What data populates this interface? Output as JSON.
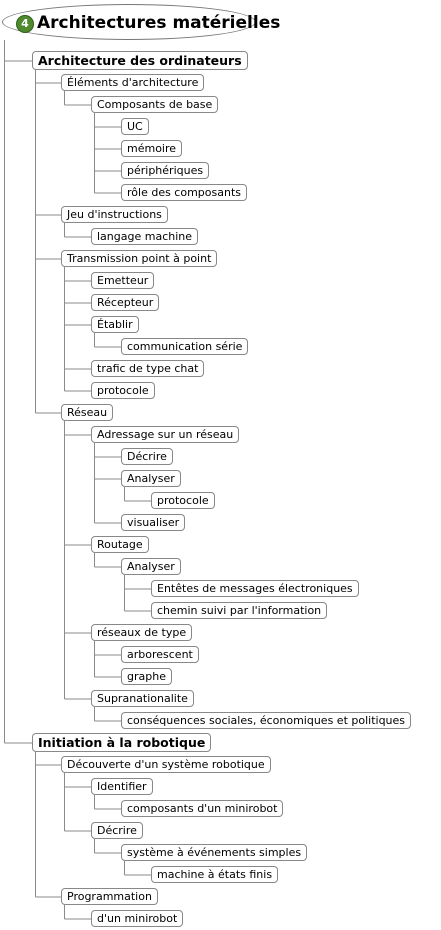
{
  "root": {
    "title": "Architectures matérielles",
    "badge": "4"
  },
  "nodes": [
    {
      "label": "Architecture des ordinateurs",
      "level": 1
    },
    {
      "label": "Éléments d'architecture",
      "level": 2
    },
    {
      "label": "Composants de base",
      "level": 3
    },
    {
      "label": "UC",
      "level": 4
    },
    {
      "label": "mémoire",
      "level": 4
    },
    {
      "label": "périphériques",
      "level": 4
    },
    {
      "label": "rôle des composants",
      "level": 4
    },
    {
      "label": "Jeu d'instructions",
      "level": 2
    },
    {
      "label": "langage machine",
      "level": 3
    },
    {
      "label": "Transmission point à point",
      "level": 2
    },
    {
      "label": "Emetteur",
      "level": 3
    },
    {
      "label": "Récepteur",
      "level": 3
    },
    {
      "label": "Établir",
      "level": 3
    },
    {
      "label": "communication série",
      "level": 4
    },
    {
      "label": "trafic de type chat",
      "level": 3
    },
    {
      "label": "protocole",
      "level": 3
    },
    {
      "label": "Réseau",
      "level": 2
    },
    {
      "label": "Adressage sur un réseau",
      "level": 3
    },
    {
      "label": "Décrire",
      "level": 4
    },
    {
      "label": "Analyser",
      "level": 4
    },
    {
      "label": "protocole",
      "level": 5
    },
    {
      "label": "visualiser",
      "level": 4
    },
    {
      "label": "Routage",
      "level": 3
    },
    {
      "label": "Analyser",
      "level": 4
    },
    {
      "label": "Entêtes de messages électroniques",
      "level": 5
    },
    {
      "label": "chemin suivi par l'information",
      "level": 5
    },
    {
      "label": "réseaux de type",
      "level": 3
    },
    {
      "label": "arborescent",
      "level": 4
    },
    {
      "label": "graphe",
      "level": 4
    },
    {
      "label": "Supranationalite",
      "level": 3
    },
    {
      "label": "conséquences sociales, économiques et politiques",
      "level": 4
    },
    {
      "label": "Initiation à la robotique",
      "level": 1
    },
    {
      "label": "Découverte d'un système robotique",
      "level": 2
    },
    {
      "label": "Identifier",
      "level": 3
    },
    {
      "label": "composants d'un minirobot",
      "level": 4
    },
    {
      "label": "Décrire",
      "level": 3
    },
    {
      "label": "système à événements simples",
      "level": 4
    },
    {
      "label": "machine à états finis",
      "level": 5
    },
    {
      "label": "Programmation",
      "level": 2
    },
    {
      "label": "d'un minirobot",
      "level": 3
    }
  ]
}
